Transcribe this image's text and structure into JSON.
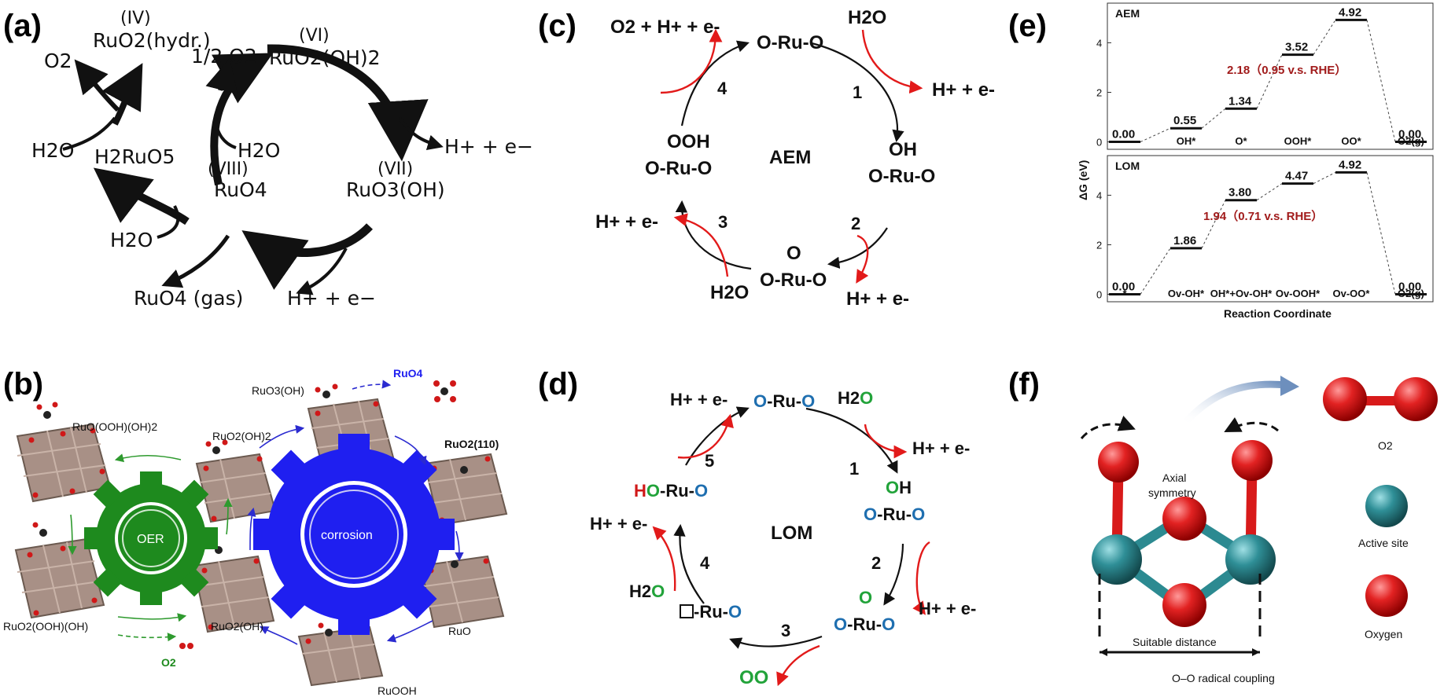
{
  "panels": {
    "a": {
      "label": "(a)",
      "species": {
        "iv_num": "(IV)",
        "iv_name": "RuO2(hydr.)",
        "vi_num": "(VI)",
        "vi_name": "RuO2(OH)2",
        "vii_num": "(VII)",
        "vii_name": "RuO3(OH)",
        "viii_num": "(VIII)",
        "viii_name": "RuO4",
        "h2ruo5": "H2RuO5",
        "o2": "O2",
        "half_o2": "1/2 O2",
        "h2o_left": "H2O",
        "h2o_mid": "H2O",
        "h2o_bottom": "H2O",
        "ruo4_gas": "RuO4 (gas)",
        "he_right": "H+ + e−",
        "he_bottom": "H+ + e−"
      }
    },
    "b": {
      "label": "(b)",
      "labels": {
        "ruo_ooh_oh2": "RuO(OOH)(OH)2",
        "ruo2_oh2": "RuO2(OH)2",
        "ruo3_oh": "RuO3(OH)",
        "ruo4": "RuO4",
        "ruo2_110": "RuO2(110)",
        "ruo2_ooh_oh": "RuO2(OOH)(OH)",
        "ruo2_oh": "RuO2(OH)",
        "ruo": "RuO",
        "ruooh": "RuOOH",
        "o2": "O2",
        "oer": "OER",
        "corrosion": "corrosion"
      },
      "colors": {
        "oer": "#1e8a1e",
        "corrosion": "#1f1ff0"
      }
    },
    "c": {
      "label": "(c)",
      "center": "AEM",
      "top": "O-Ru-O",
      "right_oh": "OH",
      "right": "O-Ru-O",
      "bottom_o": "O",
      "bottom": "O-Ru-O",
      "left_ooh": "OOH",
      "left": "O-Ru-O",
      "in_top_right": "H2O",
      "out_right": "H+ + e-",
      "out_bottom_right": "H+ + e-",
      "in_bottom_left": "H2O",
      "out_left": "H+ + e-",
      "out_top_left": "O2 + H+ + e-",
      "steps": [
        "1",
        "2",
        "3",
        "4"
      ]
    },
    "d": {
      "label": "(d)",
      "center": "LOM",
      "top_o1": "O",
      "top_ru": "-Ru-",
      "top_o2": "O",
      "in_h2o_h": "H2",
      "in_h2o_o": "O",
      "out_1": "H+ + e-",
      "r_oh_o": "O",
      "r_oh_h": "H",
      "r_o1": "O",
      "r_ru": "-Ru-",
      "r_o2": "O",
      "out_2": "H+ + e-",
      "b_o": "O",
      "b_o1": "O",
      "b_ru": "-Ru-",
      "b_o2": "O",
      "out_oo": "OO",
      "vac": "-Ru-",
      "vac_o": "O",
      "in_h2o_4h": "H2",
      "in_h2o_4o": "O",
      "out_4": "H+ + e-",
      "l_h": "H",
      "l_o": "O",
      "l_ru": "-Ru-",
      "l_o2": "O",
      "out_5": "H+ + e-",
      "steps": [
        "1",
        "2",
        "3",
        "4",
        "5"
      ]
    },
    "e": {
      "label": "(e)",
      "ylabel": "ΔG (eV)",
      "xlabel": "Reaction Coordinate",
      "colors": {
        "annotation": "#a11b1b"
      }
    },
    "f": {
      "label": "(f)",
      "axial": "Axial",
      "symmetry": "symmetry",
      "distance": "Suitable distance",
      "coupling": "O–O radical coupling",
      "legend_o2": "O2",
      "legend_active": "Active site",
      "legend_oxygen": "Oxygen",
      "colors": {
        "oxygen": "#d81a1a",
        "active": "#2c8a91"
      }
    }
  },
  "chart_data": [
    {
      "type": "line",
      "title": "AEM",
      "categories": [
        "",
        "OH*",
        "O*",
        "OOH*",
        "OO*",
        "O2(g)"
      ],
      "values": [
        0.0,
        0.55,
        1.34,
        3.52,
        4.92,
        0.0
      ],
      "value_labels": [
        "0.00",
        "0.55",
        "1.34",
        "3.52",
        "4.92",
        "0.00"
      ],
      "annotation": "2.18（0.95 v.s. RHE）",
      "yticks": [
        "0",
        "2",
        "4"
      ],
      "ylim": [
        -0.3,
        5.6
      ]
    },
    {
      "type": "line",
      "title": "LOM",
      "categories": [
        "*",
        "Ov-OH*",
        "OH*+Ov-OH*",
        "Ov-OOH*",
        "Ov-OO*",
        "O2(g)"
      ],
      "values": [
        0.0,
        1.86,
        3.8,
        4.47,
        4.92,
        0.0
      ],
      "value_labels": [
        "0.00",
        "1.86",
        "3.80",
        "4.47",
        "4.92",
        "0.00"
      ],
      "annotation": "1.94（0.71 v.s. RHE）",
      "yticks": [
        "0",
        "2",
        "4"
      ],
      "ylim": [
        -0.3,
        5.6
      ]
    }
  ]
}
